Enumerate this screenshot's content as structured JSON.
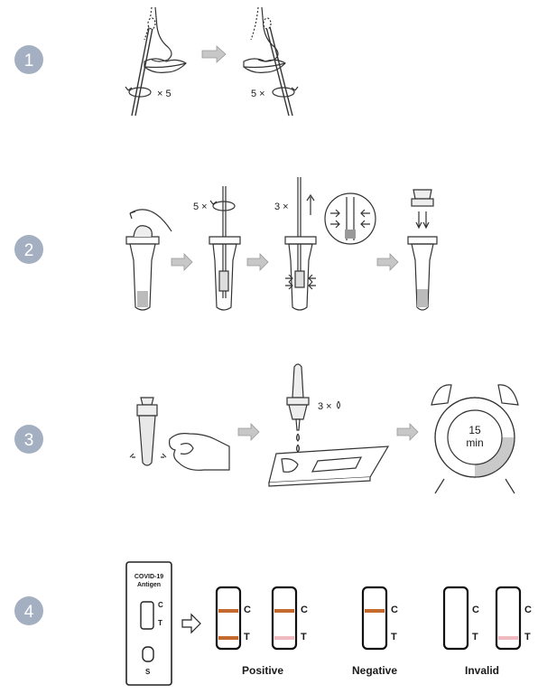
{
  "steps": [
    {
      "number": "1"
    },
    {
      "number": "2"
    },
    {
      "number": "3"
    },
    {
      "number": "4"
    }
  ],
  "step1": {
    "rotate_left": "× 5",
    "rotate_right": "5 ×"
  },
  "step2": {
    "rotate_label": "5 ×",
    "squeeze_label": "3 ×"
  },
  "step3": {
    "drops_label": "3 ×",
    "timer_minutes": "15",
    "timer_unit": "min"
  },
  "step4": {
    "cassette_title_line1": "COVID-19",
    "cassette_title_line2": "Antigen",
    "cassette_c": "C",
    "cassette_t": "T",
    "cassette_s": "S",
    "strip_c": "C",
    "strip_t": "T",
    "results": [
      "Positive",
      "Negative",
      "Invalid"
    ]
  },
  "colors": {
    "step_circle": "#a4b0c2",
    "arrow_gray": "#c7c7c7",
    "band_strong": "#c46a2f",
    "band_faint": "#efb9c0",
    "timer_fill": "#c9c9c9",
    "line": "#333333"
  }
}
